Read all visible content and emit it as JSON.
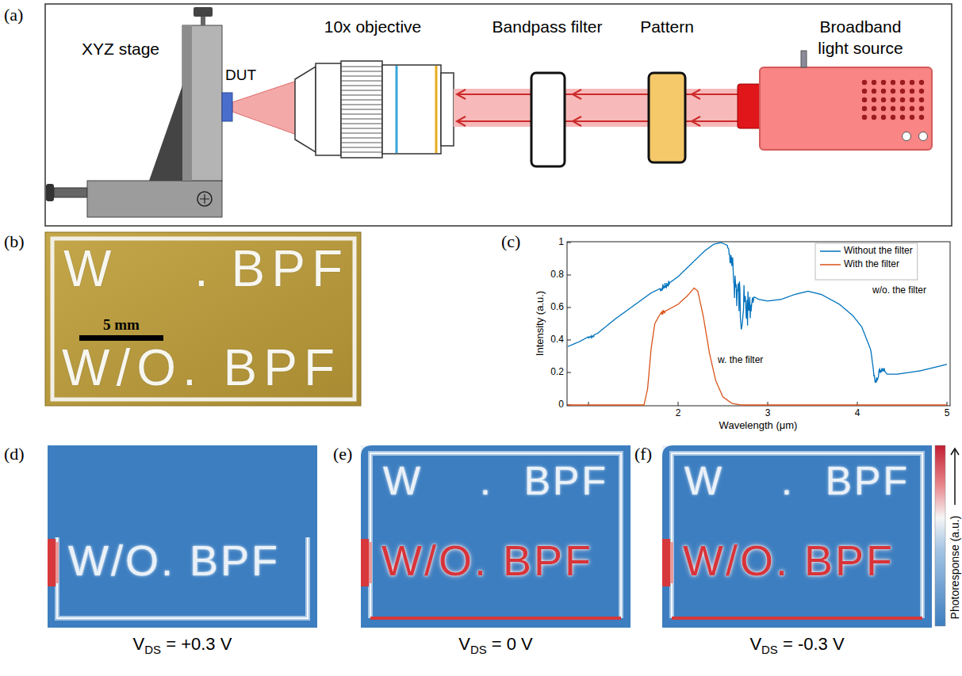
{
  "diagram": {
    "labels": [
      "(a)",
      "XYZ stage",
      "DUT",
      "10x objective",
      "Bandpass filter",
      "Pattern",
      "Broadband light source",
      "(b)",
      "W",
      ".",
      "BPF",
      "W/O. BPF",
      "5 mm",
      "(c)",
      "Intensity (a.u.)",
      "Wavelength (μm)",
      "0",
      "0.2",
      "0.4",
      "0.6",
      "0.8",
      "1",
      "2",
      "3",
      "4",
      "5",
      "w/o. the filter",
      "w. the filter",
      "(d)",
      "W/O. BPF",
      "VDS = +0.3 V",
      "(e)",
      "W",
      ".",
      "BPF",
      "W/O. BPF",
      "VDS = 0 V",
      "(f)",
      "W",
      ".",
      "BPF",
      "W/O. BPF",
      "VDS = -0.3 V",
      "Photoresponse (a.u.)"
    ],
    "legend": [
      {
        "text": "Without the filter"
      },
      {
        "text": "With the filter"
      }
    ]
  }
}
